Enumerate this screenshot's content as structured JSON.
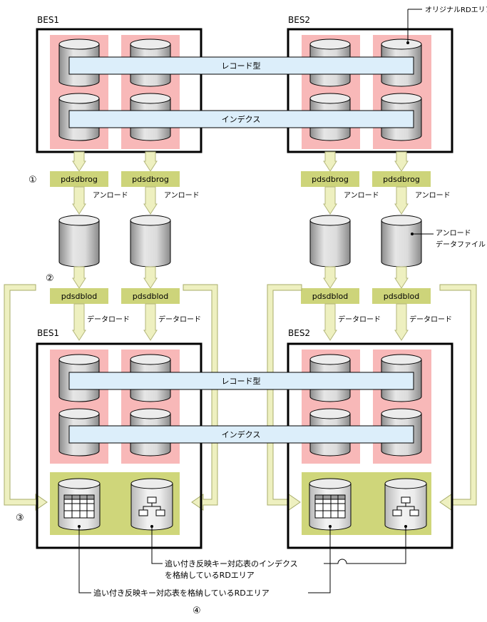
{
  "servers": {
    "top_left": "BES1",
    "top_right": "BES2",
    "bottom_left": "BES1",
    "bottom_right": "BES2"
  },
  "bars": {
    "record_type": "レコード型",
    "index": "インデクス"
  },
  "tools": {
    "unload_cmd": "pdsdbrog",
    "load_cmd": "pdsdblod"
  },
  "arrow_labels": {
    "unload": "アンロード",
    "data_load": "データロード"
  },
  "callouts": {
    "original_rd_area": "オリジナルRDエリア",
    "unload_file_line1": "アンロード",
    "unload_file_line2": "データファイル",
    "index_area_line1": "追い付き反映キー対応表のインデクス",
    "index_area_line2": "を格納しているRDエリア",
    "table_area": "追い付き反映キー対応表を格納しているRDエリア"
  },
  "steps": {
    "s1": "①",
    "s2": "②",
    "s3": "③",
    "s4": "④"
  },
  "colors": {
    "pink": "#f8b8b8",
    "bar": "#dceefa",
    "tool": "#cdd47a",
    "arrow": "#eef0c0",
    "olive": "#cfd67a",
    "cylinder_grey": "#c8c8c8"
  }
}
